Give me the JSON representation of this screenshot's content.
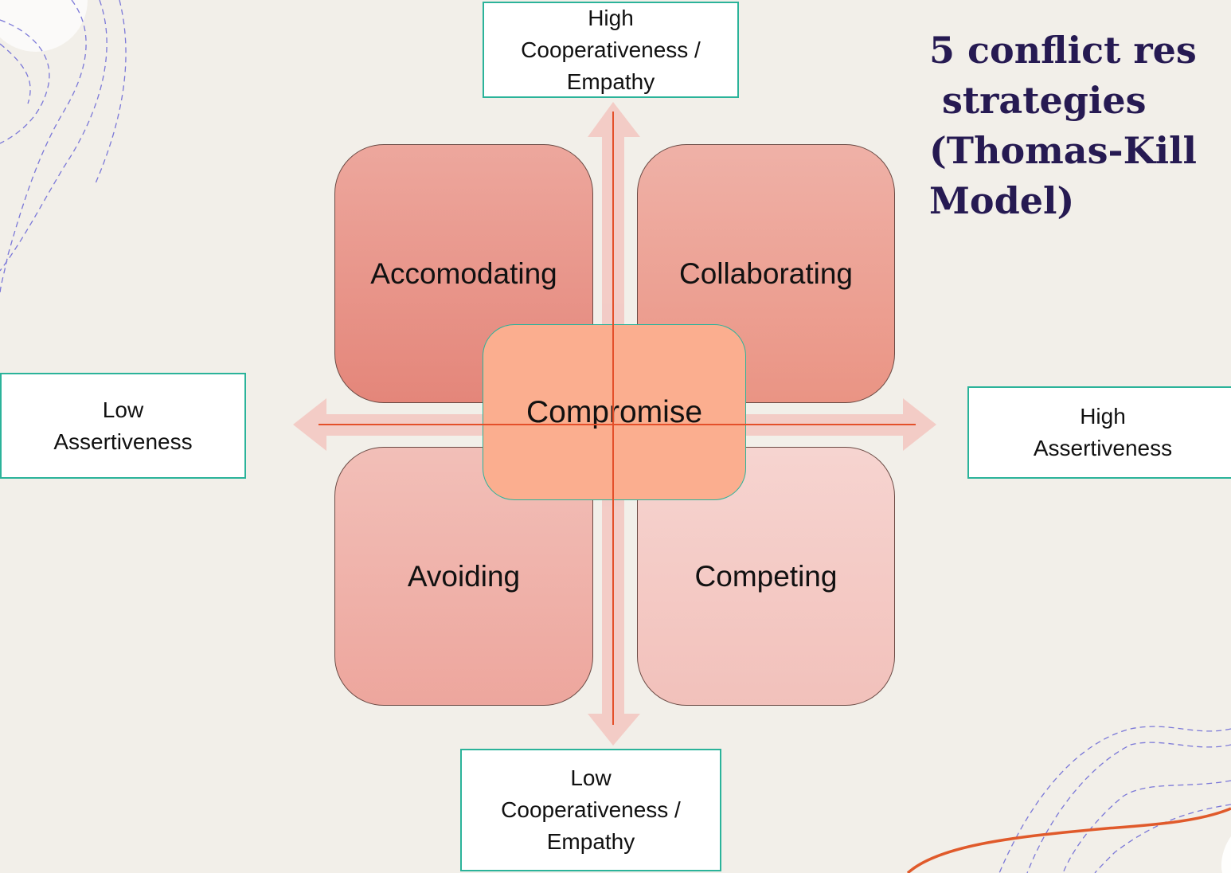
{
  "title": "5 conflict res\n strategies\n(Thomas-Kill\nModel)",
  "axis_labels": {
    "top": "High\nCooperativeness /\nEmpathy",
    "bottom": "Low\nCooperativeness /\nEmpathy",
    "left": "Low\nAssertiveness",
    "right": "High\nAssertiveness"
  },
  "quadrants": {
    "top_left": "Accomodating",
    "top_right": "Collaborating",
    "bottom_left": "Avoiding",
    "bottom_right": "Competing"
  },
  "center": "Compromise",
  "colors": {
    "background": "#f2efe9",
    "box_border": "#2bb39a",
    "arrow_fill": "#f3c5c0",
    "axis_line": "#e4502a",
    "title": "#261a52",
    "center_fill": "#fbae8f"
  }
}
